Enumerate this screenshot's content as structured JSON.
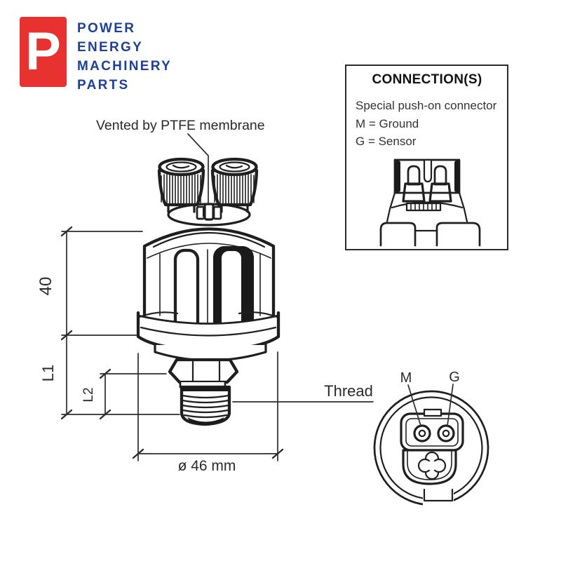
{
  "page": {
    "background": "#ffffff"
  },
  "logo": {
    "monogram": "P",
    "lines": [
      "POWER",
      "ENERGY",
      "MACHINERY",
      "PARTS"
    ],
    "tile_color": "#e73230",
    "text_color": "#1c4196"
  },
  "drawing": {
    "vented_label": "Vented by PTFE membrane",
    "dims": {
      "height": "40",
      "l1": "L1",
      "l2": "L2",
      "diameter": "ø 46 mm",
      "thread": "Thread"
    },
    "ink_color": "#1f1f1f"
  },
  "connection_box": {
    "title": "CONNECTION(S)",
    "lines": [
      "Special push-on connector",
      "M = Ground",
      "G = Sensor"
    ]
  },
  "connector_face": {
    "m": "M",
    "g": "G"
  }
}
